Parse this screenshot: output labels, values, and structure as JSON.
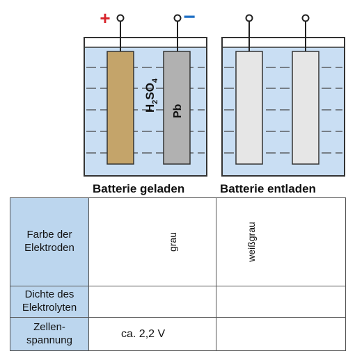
{
  "diagram": {
    "plus_sign": "+",
    "minus_sign": "−",
    "electrolyte_formula": {
      "main": "H",
      "sub1": "2",
      "mid": "SO",
      "sub2": "4"
    },
    "electrode_label": "Pb",
    "colors": {
      "positive_terminal": "#d8232a",
      "negative_terminal": "#1f6fc4",
      "electrolyte": "#c9def3",
      "positive_electrode_charged": "#c4a46a",
      "negative_electrode_charged": "#b1b1b1",
      "electrode_discharged": "#e6e6e6"
    }
  },
  "captions": {
    "charged": "Batterie geladen",
    "discharged": "Batterie entladen"
  },
  "table": {
    "rows": [
      {
        "label": "Farbe der Elektroden",
        "charged": "grau",
        "discharged": "weißgrau"
      },
      {
        "label": "Dichte des Elektrolyten",
        "charged": "",
        "discharged": ""
      },
      {
        "label": "Zellen-spannung",
        "charged": "ca. 2,2 V",
        "discharged": ""
      }
    ]
  }
}
